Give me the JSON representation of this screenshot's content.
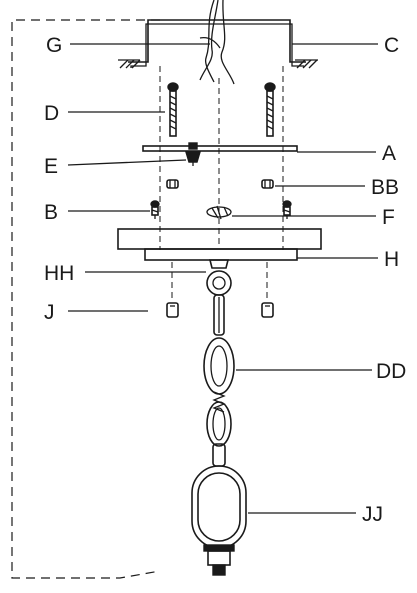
{
  "labels": {
    "G": "G",
    "C": "C",
    "D": "D",
    "A": "A",
    "E": "E",
    "BB": "BB",
    "B": "B",
    "F": "F",
    "HH": "HH",
    "H": "H",
    "J": "J",
    "DD": "DD",
    "JJ": "JJ"
  },
  "colors": {
    "line": "#1a1a1a",
    "background": "#ffffff"
  }
}
